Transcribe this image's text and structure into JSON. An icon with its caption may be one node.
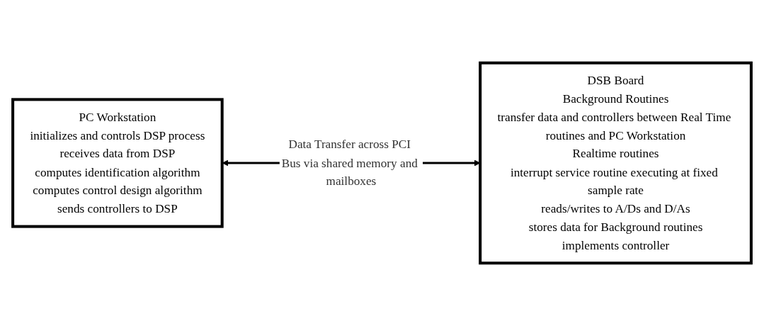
{
  "diagram": {
    "nodes": [
      {
        "text": [
          "PC Workstation",
          "initializes and controls DSP process",
          "receives data from DSP",
          "computes identification algorithm",
          "computes control design algorithm",
          "sends controllers to DSP"
        ]
      },
      {
        "text": [
          "DSB Board",
          "Background Routines",
          "transfer data and controllers between Real Time routines and PC Workstation",
          "Realtime routines",
          "interrupt service routine executing at fixed sample rate",
          "reads/writes to A/Ds and D/As",
          "stores data for Background routines",
          "implements controller"
        ]
      }
    ],
    "edges": [
      {
        "from": 0,
        "to": 1,
        "arrow": "both",
        "label": "Data Transfer across PCI Bus via shared memory and mailboxes"
      }
    ]
  }
}
